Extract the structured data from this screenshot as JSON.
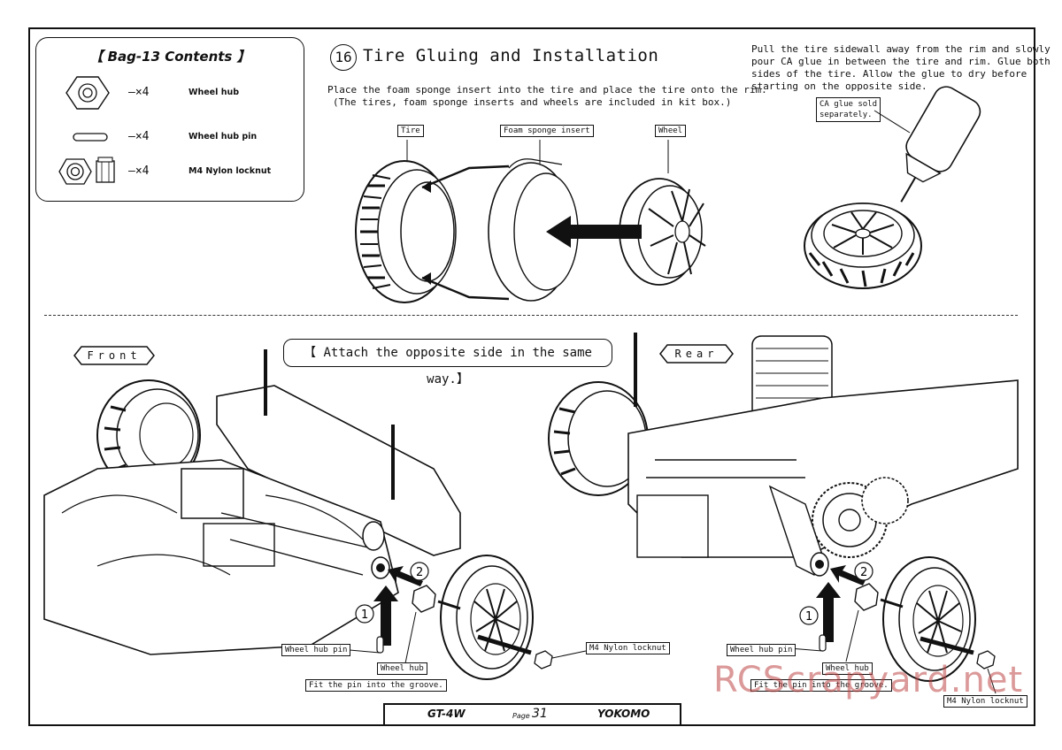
{
  "bag": {
    "title": "【 Bag-13 Contents 】",
    "items": [
      {
        "qty": "—×4",
        "name": "Wheel hub",
        "icon": "hex-hub-icon"
      },
      {
        "qty": "—×4",
        "name": "Wheel hub pin",
        "icon": "pin-icon"
      },
      {
        "qty": "—×4",
        "name": "M4 Nylon locknut",
        "icon": "locknut-icon"
      }
    ]
  },
  "step": {
    "number": "16",
    "title": "Tire Gluing and Installation",
    "instruction_line1": "Place the foam sponge insert into the tire and place the tire onto the rim.",
    "instruction_line2": "(The tires, foam sponge inserts and wheels are included in kit box.)",
    "labels": {
      "tire": "Tire",
      "foam": "Foam sponge insert",
      "wheel": "Wheel"
    }
  },
  "glue": {
    "text": "Pull the tire sidewall away from the rim and slowly\npour CA glue in between the tire and rim. Glue both\nsides of the tire. Allow the glue to dry before\nstarting on the opposite side.",
    "note": "CA glue sold\nseparately."
  },
  "attach_note": "【 Attach the opposite side in the same way.】",
  "front": {
    "tab": "Front",
    "callouts": {
      "one": "1",
      "two": "2"
    },
    "labels": {
      "hub_pin": "Wheel hub pin",
      "hub": "Wheel hub",
      "groove": "Fit the pin into the groove.",
      "locknut": "M4 Nylon locknut"
    }
  },
  "rear": {
    "tab": "Rear",
    "callouts": {
      "one": "1",
      "two": "2"
    },
    "labels": {
      "hub_pin": "Wheel hub pin",
      "hub": "Wheel hub",
      "groove": "Fit the pin into the groove.",
      "locknut": "M4 Nylon locknut"
    }
  },
  "footer": {
    "model": "GT-4W",
    "page_label": "Page",
    "page": "31",
    "brand": "YOKOMO"
  },
  "watermark": "RCScrapyard.net"
}
